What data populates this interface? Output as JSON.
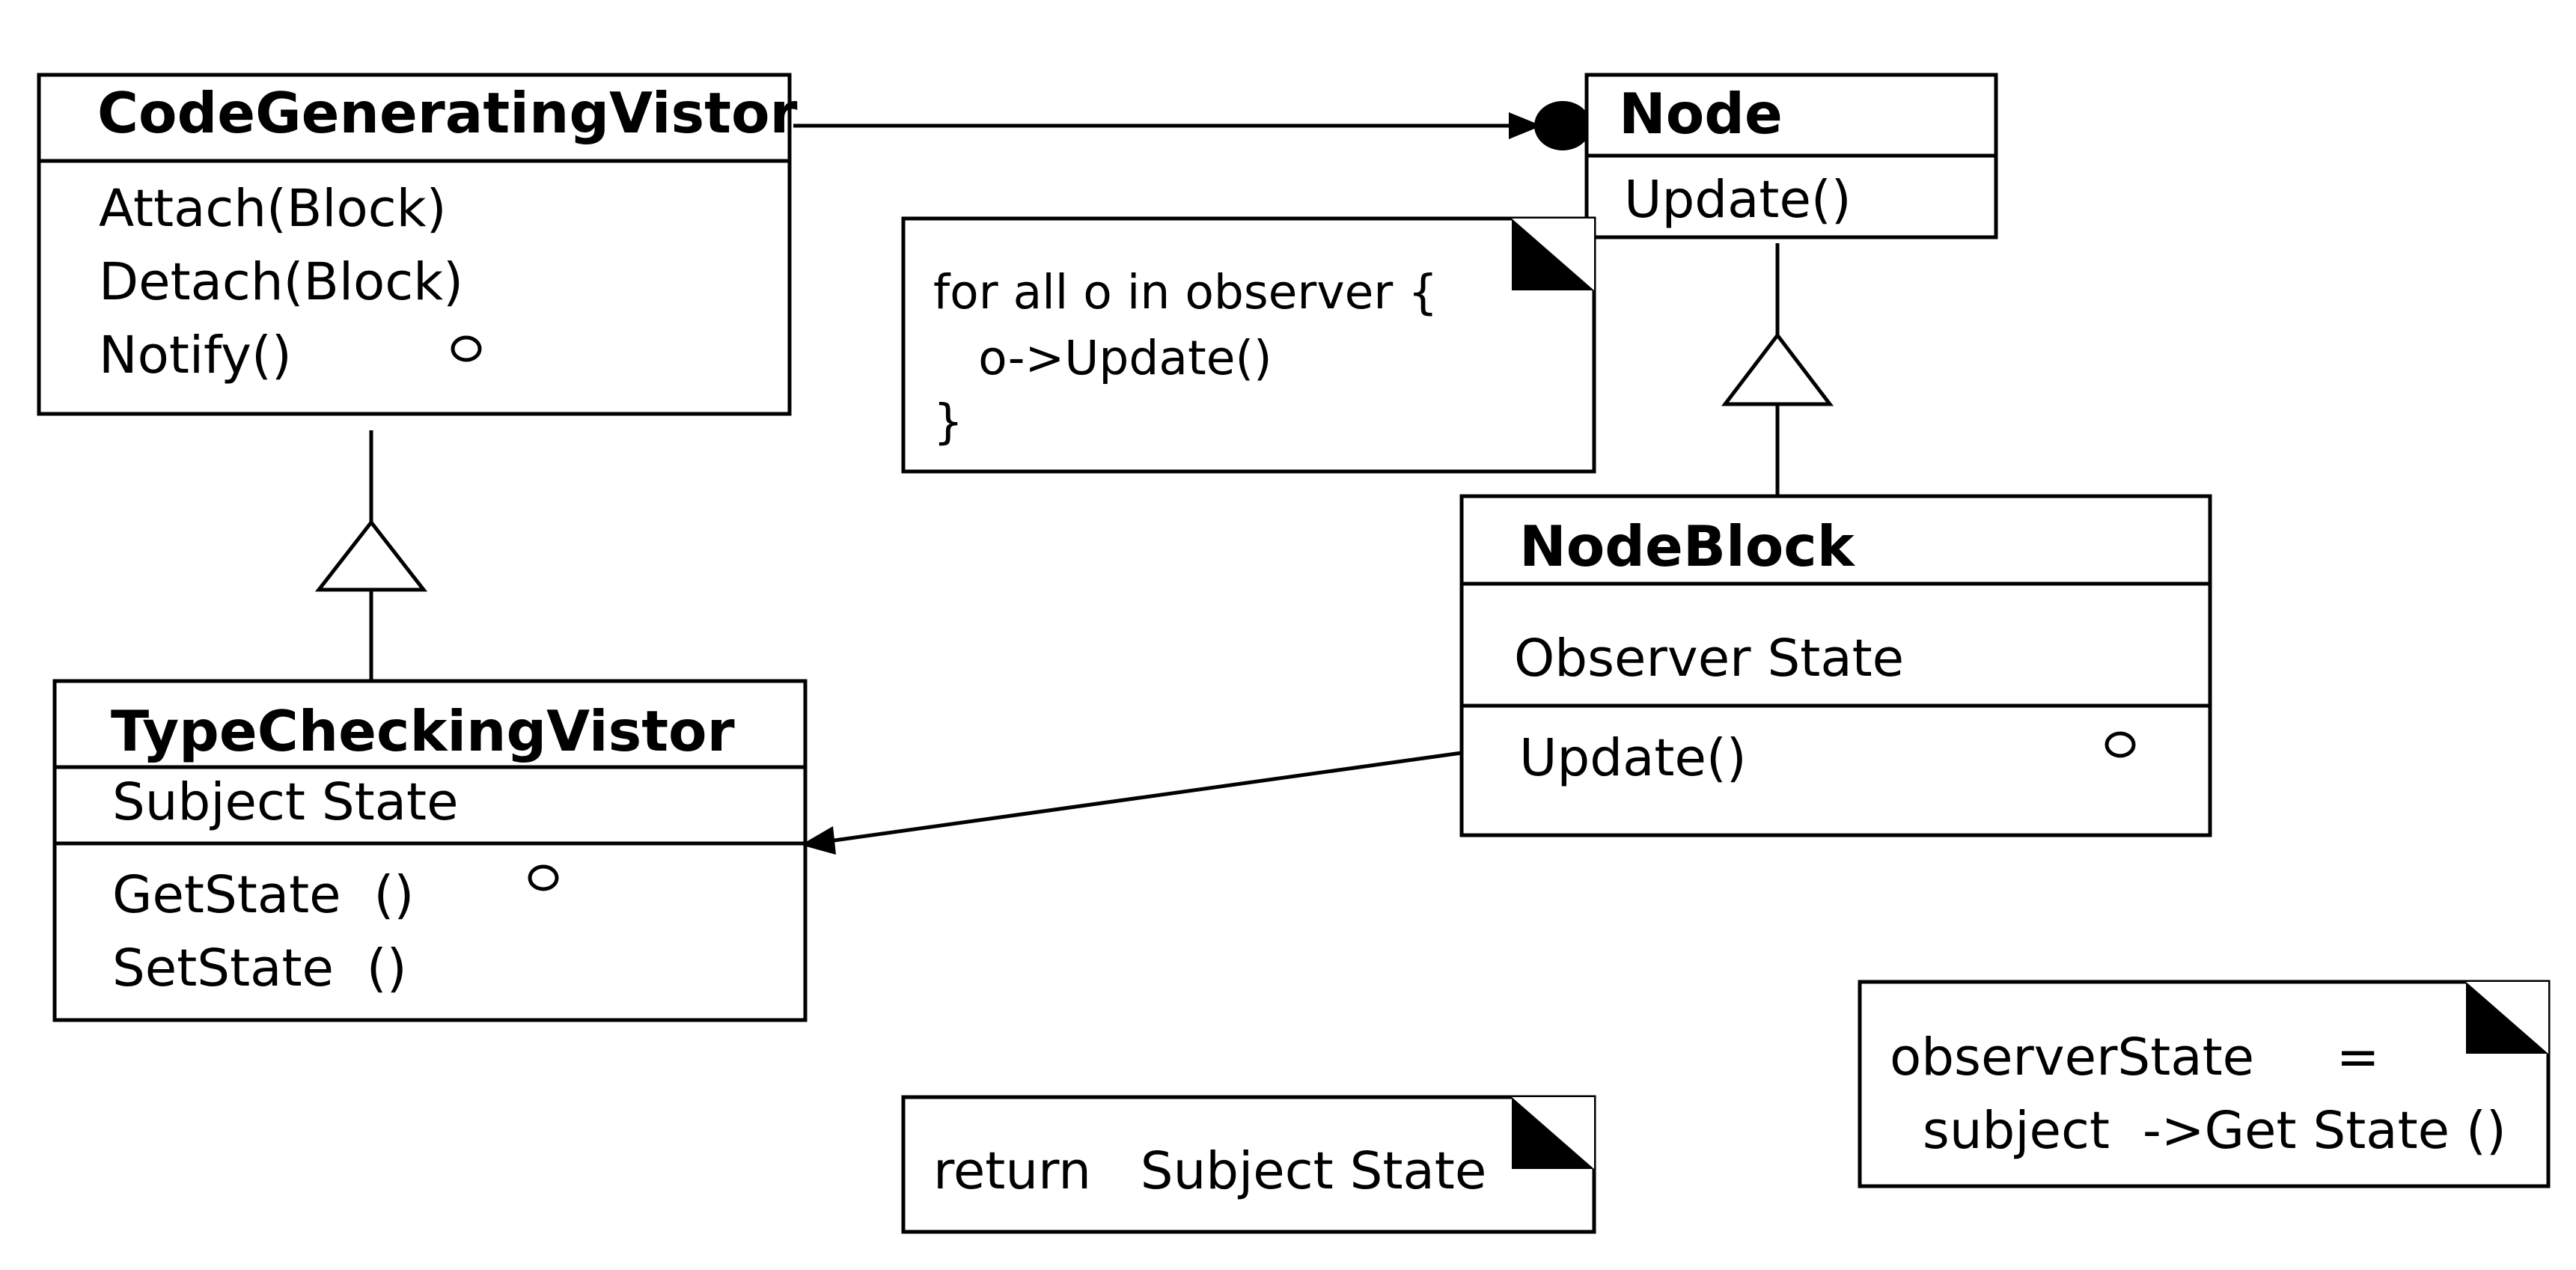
{
  "colors": {
    "stroke": "#000000",
    "background": "#ffffff"
  },
  "classes": {
    "code_generating_visitor": {
      "name": "CodeGeneratingVistor",
      "operations": [
        "Attach(Block)",
        "Detach(Block)",
        "Notify()"
      ]
    },
    "node": {
      "name": "Node",
      "operations": [
        "Update()"
      ]
    },
    "type_checking_visitor": {
      "name": "TypeCheckingVistor",
      "attributes": [
        "Subject State"
      ],
      "operations": [
        "GetState  ()",
        "SetState  ()"
      ]
    },
    "node_block": {
      "name": "NodeBlock",
      "attributes": [
        "Observer State"
      ],
      "operations": [
        "Update()"
      ]
    }
  },
  "notes": {
    "notify_note": {
      "lines": [
        "for all o in observer {",
        "   o->Update()",
        "}"
      ]
    },
    "getstate_note": {
      "lines": [
        "return   Subject State"
      ]
    },
    "update_note": {
      "lines": [
        "observerState     =",
        "  subject  ->Get State ()"
      ]
    }
  }
}
